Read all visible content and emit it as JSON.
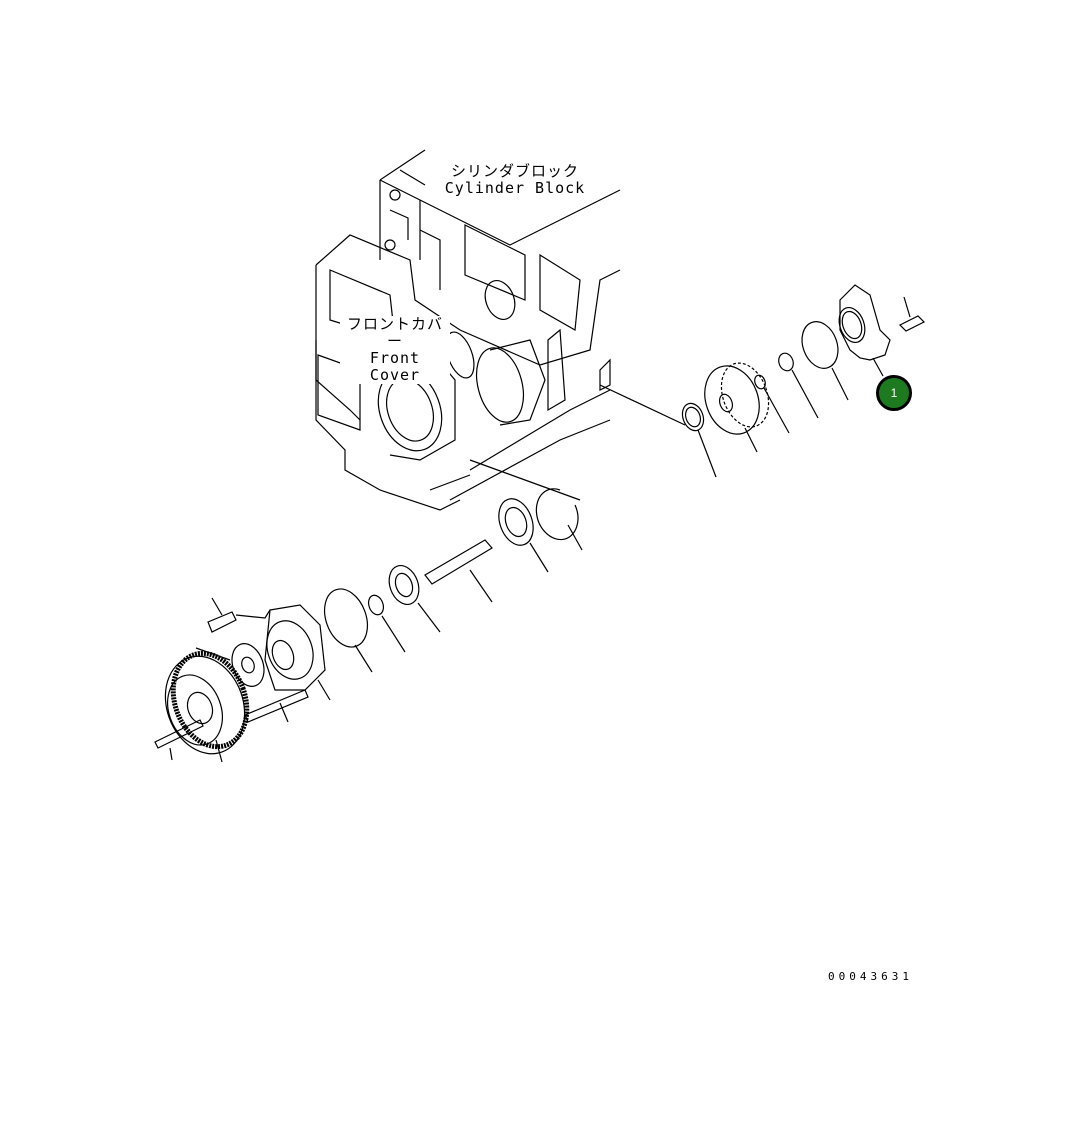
{
  "diagram": {
    "type": "exploded-parts-diagram",
    "labels": {
      "cylinder_block_jp": "シリンダブロック",
      "cylinder_block_en": "Cylinder Block",
      "front_cover_jp": "フロントカバー",
      "front_cover_en": "Front Cover"
    },
    "callouts": [
      {
        "number": "1",
        "color": "#1e7a1e"
      }
    ],
    "drawing_number": "00043631"
  }
}
